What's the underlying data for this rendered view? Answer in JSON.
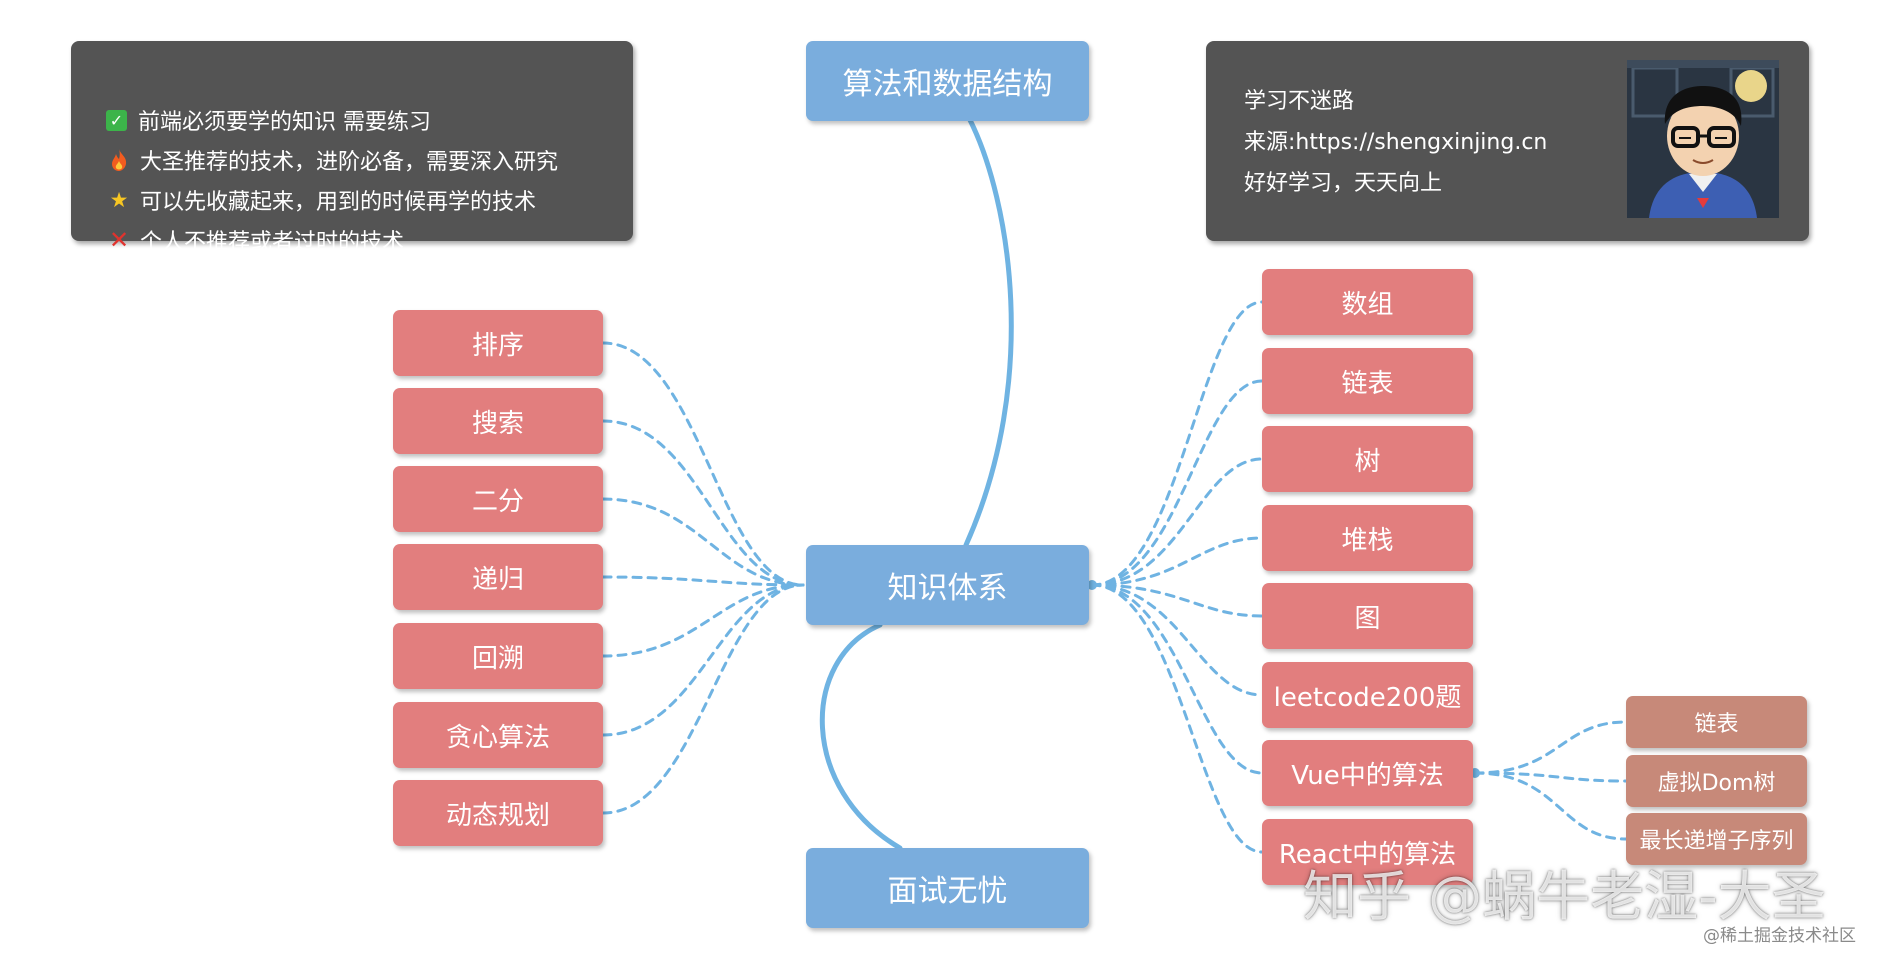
{
  "legend": {
    "items": [
      {
        "icon": "check-mark-icon",
        "text": "前端必须要学的知识 需要练习"
      },
      {
        "icon": "fire-icon",
        "text": "大圣推荐的技术，进阶必备，需要深入研究"
      },
      {
        "icon": "star-icon",
        "text": "可以先收藏起来，用到的时候再学的技术"
      },
      {
        "icon": "cross-mark-icon",
        "text": "个人不推荐或者过时的技术"
      }
    ]
  },
  "info": {
    "lines": [
      "学习不迷路",
      "来源:https://shengxinjing.cn",
      "好好学习，天天向上"
    ],
    "avatar_icon": "avatar-cartoon-icon"
  },
  "nodes": {
    "top": "算法和数据结构",
    "center": "知识体系",
    "bottom": "面试无忧",
    "left": [
      "排序",
      "搜索",
      "二分",
      "递归",
      "回溯",
      "贪心算法",
      "动态规划"
    ],
    "right": [
      "数组",
      "链表",
      "树",
      "堆栈",
      "图",
      "leetcode200题",
      "Vue中的算法",
      "React中的算法"
    ],
    "vue_children": [
      "链表",
      "虚拟Dom树",
      "最长递增子序列"
    ]
  },
  "colors": {
    "blue_node": "#7aaddd",
    "red_node": "#e27e7e",
    "brown_node": "#c78979",
    "connector": "#6fb3e2",
    "panel": "#545454"
  },
  "watermark": "知乎 @蜗牛老湿-大圣",
  "credit": "@稀土掘金技术社区"
}
